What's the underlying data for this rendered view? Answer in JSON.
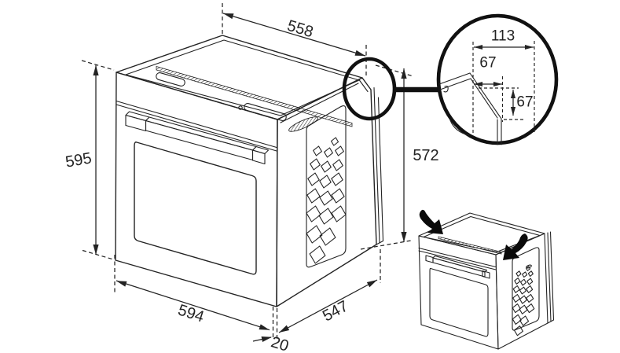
{
  "drawing": {
    "oven_dimensions_mm": {
      "top_width": "558",
      "front_height": "595",
      "side_height": "572",
      "bottom_width": "594",
      "door_gap": "20",
      "depth": "547"
    },
    "corner_detail_mm": {
      "total_width": "113",
      "inset_width": "67",
      "inset_height": "67"
    }
  },
  "colors": {
    "line": "#232323",
    "background": "#ffffff",
    "arrow_fill": "#0a0a0a"
  }
}
